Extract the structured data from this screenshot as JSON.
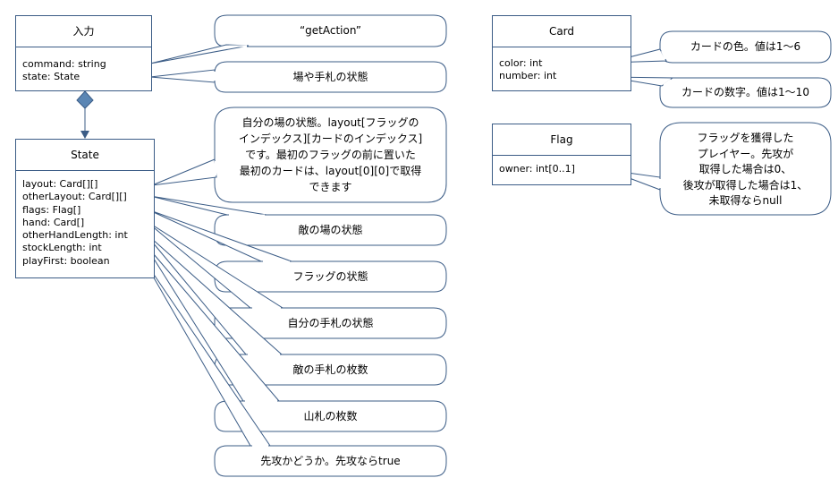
{
  "classes": {
    "nyuryoku": {
      "title": "入力",
      "attrs": [
        "command: string",
        "state: State"
      ]
    },
    "state": {
      "title": "State",
      "attrs": [
        "layout: Card[][]",
        "otherLayout: Card[][]",
        "flags: Flag[]",
        "hand: Card[]",
        "otherHandLength: int",
        "stockLength: int",
        "playFirst: boolean"
      ]
    },
    "card": {
      "title": "Card",
      "attrs": [
        "color: int",
        "number: int"
      ]
    },
    "flag": {
      "title": "Flag",
      "attrs": [
        "owner: int[0..1]"
      ]
    }
  },
  "notes": {
    "get_action": [
      "“getAction”"
    ],
    "ba_tefuda": [
      "場や手札の状態"
    ],
    "layout": [
      "自分の場の状態。layout[フラッグの",
      "インデックス][カードのインデックス]",
      "です。最初のフラッグの前に置いた",
      "最初のカードは、layout[0][0]で取得",
      "できます"
    ],
    "teki_ba": [
      "敵の場の状態"
    ],
    "flag_state": [
      "フラッグの状態"
    ],
    "jibun_tefuda": [
      "自分の手札の状態"
    ],
    "teki_tefuda": [
      "敵の手札の枚数"
    ],
    "yamafuda": [
      "山札の枚数"
    ],
    "senkou": [
      "先攻かどうか。先攻ならtrue"
    ],
    "card_color": [
      "カードの色。値は1〜6"
    ],
    "card_number": [
      "カードの数字。値は1〜10"
    ],
    "flag_owner": [
      "フラッグを獲得した",
      "プレイヤー。先攻が",
      "取得した場合は0、",
      "後攻が取得した場合は1、",
      "未取得ならnull"
    ]
  },
  "colors": {
    "line": "#3b5c86",
    "diamond_fill": "#5b86b4",
    "background": "#ffffff"
  }
}
